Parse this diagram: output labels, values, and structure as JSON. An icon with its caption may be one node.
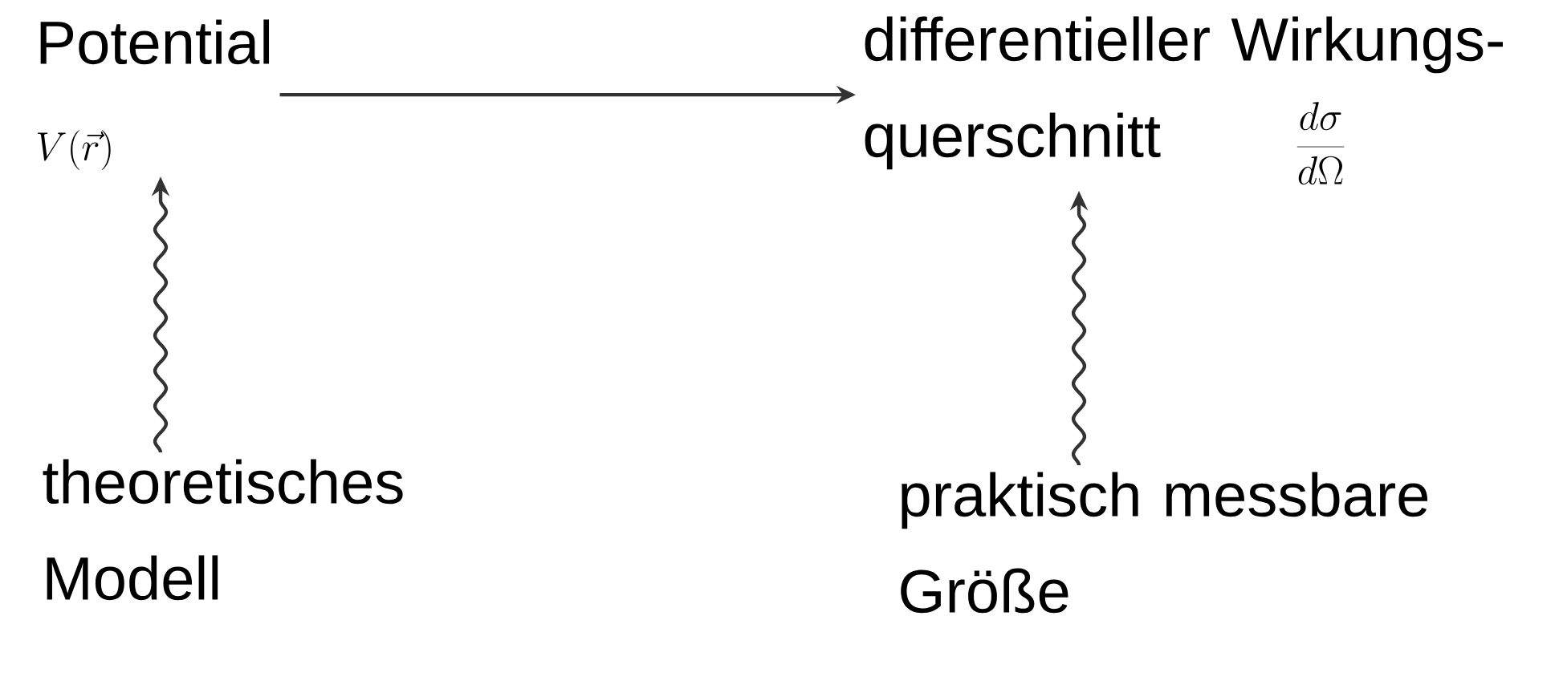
{
  "diagram": {
    "nodes": [
      {
        "text": [
          "Potential",
          "V(\\vec{r})"
        ]
      },
      {
        "text": [
          "differentieller Wirkungs- querschnitt",
          "\\frac{d\\sigma}{d\\Omega}"
        ]
      },
      {
        "text": [
          "theoretisches Modell"
        ]
      },
      {
        "text": [
          "praktisch messbare Größe"
        ]
      }
    ],
    "edges": [
      {
        "from": 0,
        "to": 1,
        "arrow": "to"
      },
      {
        "from": 2,
        "to": 0,
        "arrow": "to"
      },
      {
        "from": 3,
        "to": 1,
        "arrow": "to"
      }
    ]
  }
}
